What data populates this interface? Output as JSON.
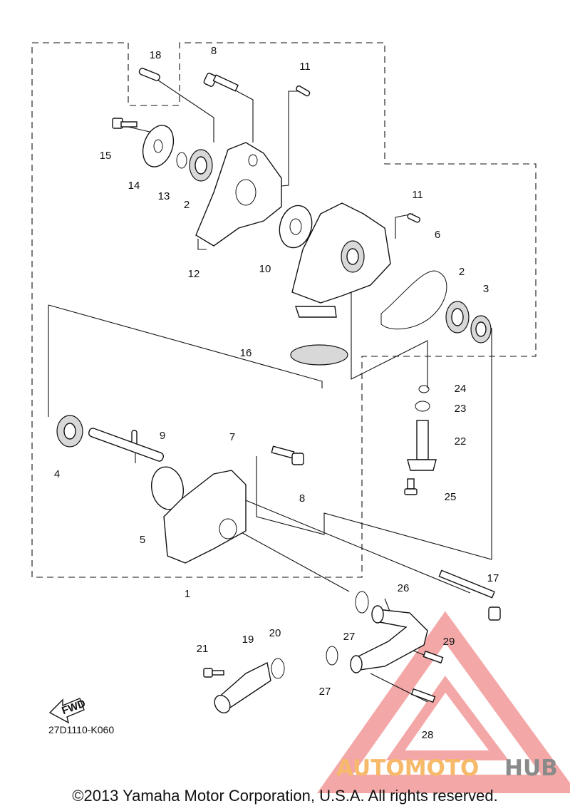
{
  "diagram": {
    "code": "27D1110-K060",
    "copyright": "©2013 Yamaha Motor Corporation, U.S.A. All rights reserved.",
    "fwd_label": "FWD",
    "callouts": [
      "18",
      "8",
      "11",
      "15",
      "14",
      "13",
      "2",
      "12",
      "10",
      "11",
      "6",
      "2",
      "3",
      "16",
      "24",
      "23",
      "22",
      "25",
      "9",
      "4",
      "7",
      "8",
      "5",
      "1",
      "17",
      "26",
      "27",
      "29",
      "21",
      "19",
      "20",
      "27",
      "28"
    ]
  },
  "watermark": {
    "text_part1": "AUTOMOTO",
    "text_part2": "HUB",
    "colors": {
      "triangle": "#f08a8a",
      "text1": "#f7b96a",
      "text2": "#8a8a8a"
    }
  }
}
